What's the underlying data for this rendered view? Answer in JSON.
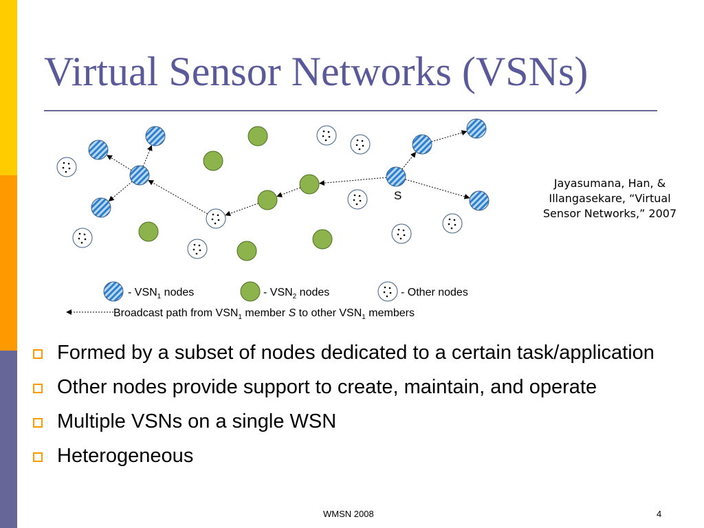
{
  "title": "Virtual Sensor Networks (VSNs)",
  "citation": {
    "line1": "Jayasumana, Han, &",
    "line2": "Illangasekare, “Virtual",
    "line3": "Sensor Networks,” 2007"
  },
  "diagram": {
    "source_label": "S",
    "legend": {
      "vsn1_prefix": "- VSN",
      "vsn1_sub": "1",
      "vsn1_suffix": " nodes",
      "vsn2_prefix": "- VSN",
      "vsn2_sub": "2",
      "vsn2_suffix": " nodes",
      "other": "- Other nodes",
      "path_part1": "Broadcast path from VSN",
      "path_sub1": "1",
      "path_part2": " member ",
      "path_italic": "S",
      "path_part3": " to other VSN",
      "path_sub2": "1",
      "path_part4": " members"
    },
    "colors": {
      "vsn1_fill": "#b8d8f0",
      "vsn1_stripe": "#2e7fd0",
      "vsn2_fill": "#8db34c",
      "vsn2_stroke": "#4c6f22",
      "other_fill": "#ffffff",
      "node_stroke": "#3d5f8a"
    }
  },
  "bullets": [
    "Formed by a subset of nodes dedicated to a certain task/application",
    "Other nodes provide support to create, maintain, and operate",
    "Multiple VSNs on a single WSN",
    "Heterogeneous"
  ],
  "footer": {
    "center": "WMSN 2008",
    "page": "4"
  }
}
